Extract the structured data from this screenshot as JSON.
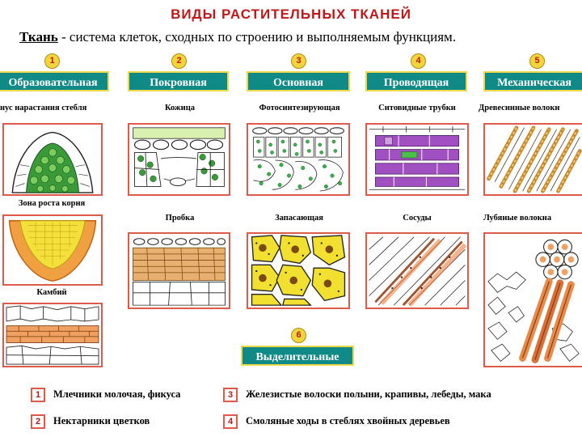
{
  "title": "ВИДЫ РАСТИТЕЛЬНЫХ ТКАНЕЙ",
  "definition": {
    "term": "Ткань",
    "text": " - система клеток, сходных по строению и выполняемым функциям."
  },
  "tissues": [
    {
      "num": "1",
      "name": "Образовательная",
      "subs": [
        "нус нарастания стебля",
        "Зона роста корня",
        "Камбий"
      ]
    },
    {
      "num": "2",
      "name": "Покровная",
      "subs": [
        "Кожица",
        "Пробка"
      ]
    },
    {
      "num": "3",
      "name": "Основная",
      "subs": [
        "Фотосинтезирующая",
        "Запасающая"
      ]
    },
    {
      "num": "4",
      "name": "Проводящая",
      "subs": [
        "Ситовидные трубки",
        "Сосуды"
      ]
    },
    {
      "num": "5",
      "name": "Механическая",
      "subs": [
        "Древесинные волокн",
        "Лубяные волокна"
      ]
    },
    {
      "num": "6",
      "name": "Выделительные",
      "subs": []
    }
  ],
  "secretory": [
    {
      "num": "1",
      "text": "Млечники молочая, фикуса"
    },
    {
      "num": "2",
      "text": "Нектарники цветков"
    },
    {
      "num": "3",
      "text": "Железистые волоски полыни, крапивы, лебеды, мака"
    },
    {
      "num": "4",
      "text": "Смоляные ходы в стеблях хвойных деревьев"
    }
  ],
  "colors": {
    "title": "#c01818",
    "button_bg": "#0f8a86",
    "button_border": "#f0d84a",
    "number_badge": "#f2d53a",
    "frame": "#e05a4a"
  }
}
